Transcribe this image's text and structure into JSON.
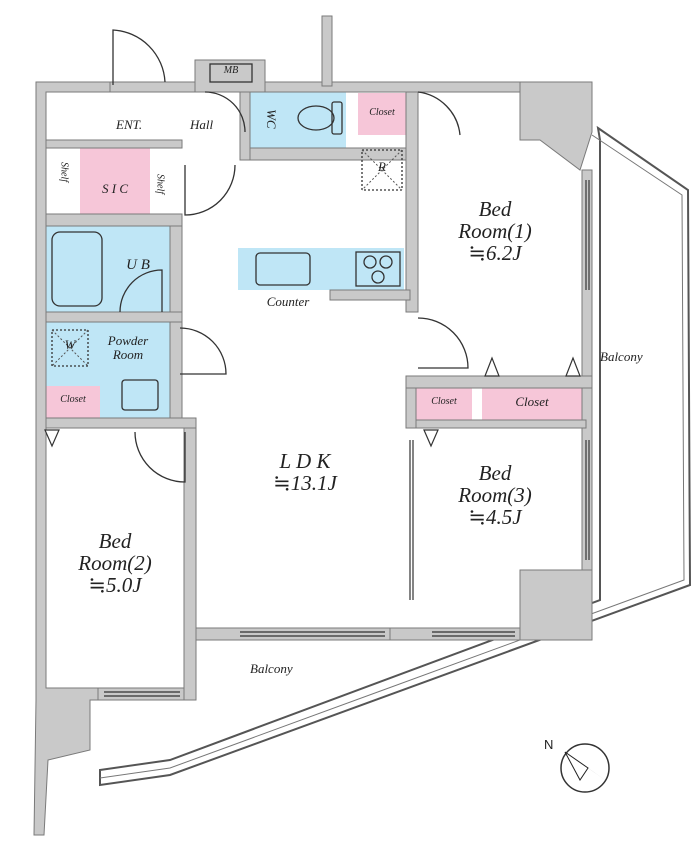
{
  "rooms": {
    "ldk": {
      "name": "L D K",
      "size": "≒13.1J"
    },
    "bed1": {
      "line1": "Bed",
      "line2": "Room(1)",
      "size": "≒6.2J"
    },
    "bed2": {
      "line1": "Bed",
      "line2": "Room(2)",
      "size": "≒5.0J"
    },
    "bed3": {
      "line1": "Bed",
      "line2": "Room(3)",
      "size": "≒4.5J"
    }
  },
  "labels": {
    "entrance": "ENT.",
    "hall": "Hall",
    "mb": "MB",
    "wc": "WC",
    "closet_top": "Closet",
    "fridge": "R",
    "sic": "S I C",
    "shelf_left": "Shelf",
    "shelf_right": "Shelf",
    "ub": "U B",
    "washer": "W",
    "powder_line1": "Powder",
    "powder_line2": "Room",
    "closet_left": "Closet",
    "counter": "Counter",
    "closet_mid": "Closet",
    "closet_right": "Closet",
    "balcony_right": "Balcony",
    "balcony_bottom": "Balcony",
    "north": "N"
  },
  "colors": {
    "wall": "#c9c9c9",
    "wall_edge": "#7a7a7a",
    "blue": "#bfe6f6",
    "pink": "#f6c6d8",
    "line": "#333333"
  }
}
